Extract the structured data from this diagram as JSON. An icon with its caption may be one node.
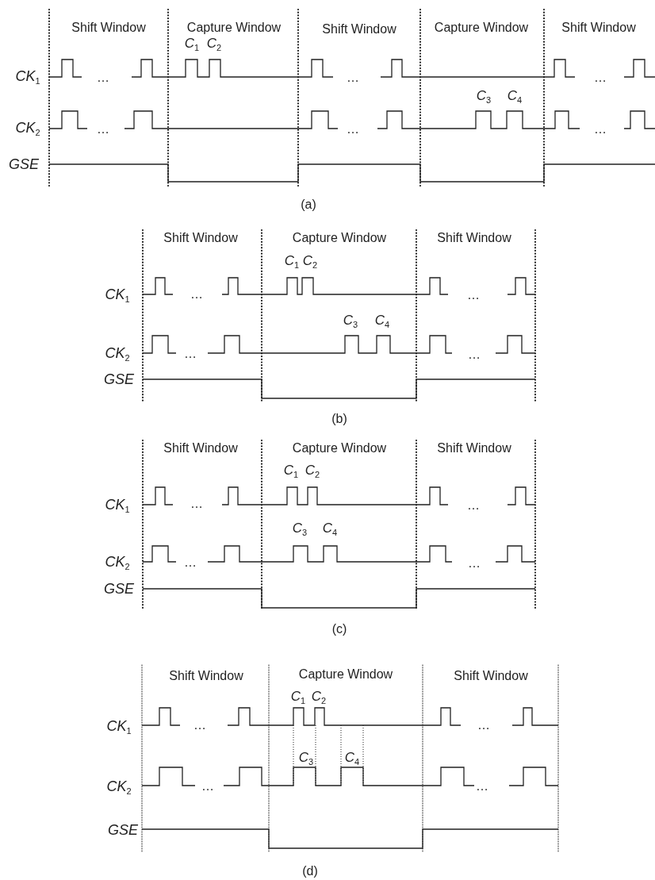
{
  "diagram": {
    "labels": [
      "Shift Window",
      "Capture Window",
      "Shift Window",
      "Capture Window",
      "Shift Window",
      "*C*$_{1}$",
      "*C*$_{2}$",
      "*CK*$_{1}$",
      "…",
      "…",
      "…",
      "*C*$_{3}$",
      "*C*$_{4}$",
      "*CK*$_{2}$",
      "…",
      "…",
      "…",
      "GSE",
      "(a)",
      "Shift Window",
      "Capture Window",
      "Shift Window",
      "*C*$_{1}$",
      "*C*$_{2}$",
      "*CK*$_{1}$",
      "…",
      "…",
      "*C*$_{3}$",
      "*C*$_{4}$",
      "*CK*$_{2}$",
      "…",
      "…",
      "GSE",
      "(b)",
      "Shift Window",
      "Capture Window",
      "Shift Window",
      "*C*$_{1}$",
      "*C*$_{2}$",
      "*CK*$_{1}$",
      "…",
      "…",
      "*C*$_{3}$",
      "*C*$_{4}$",
      "*CK*$_{2}$",
      "…",
      "…",
      "GSE",
      "(c)",
      "Shift Window",
      "Capture Window",
      "Shift Window",
      "*C*$_{1}$",
      "*C*$_{2}$",
      "*CK*$_{1}$",
      "…",
      "…",
      "*C*$_{3}$",
      "*C*$_{4}$",
      "*CK*$_{2}$",
      "…",
      "…",
      "GSE",
      "(d)"
    ]
  }
}
